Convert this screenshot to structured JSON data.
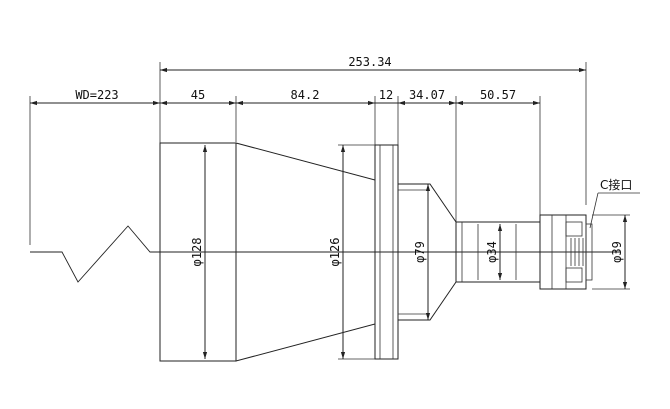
{
  "dimensions": {
    "overall_length": "253.34",
    "working_distance": "WD=223",
    "seg_front": "45",
    "seg_taper": "84.2",
    "seg_flange": "12",
    "seg_mid": "34.07",
    "seg_rear": "50.57"
  },
  "diameters": {
    "front_barrel": "φ128",
    "flange": "φ126",
    "cone": "φ79",
    "tube": "φ34",
    "mount": "φ39"
  },
  "callouts": {
    "mount_label": "C接口"
  }
}
